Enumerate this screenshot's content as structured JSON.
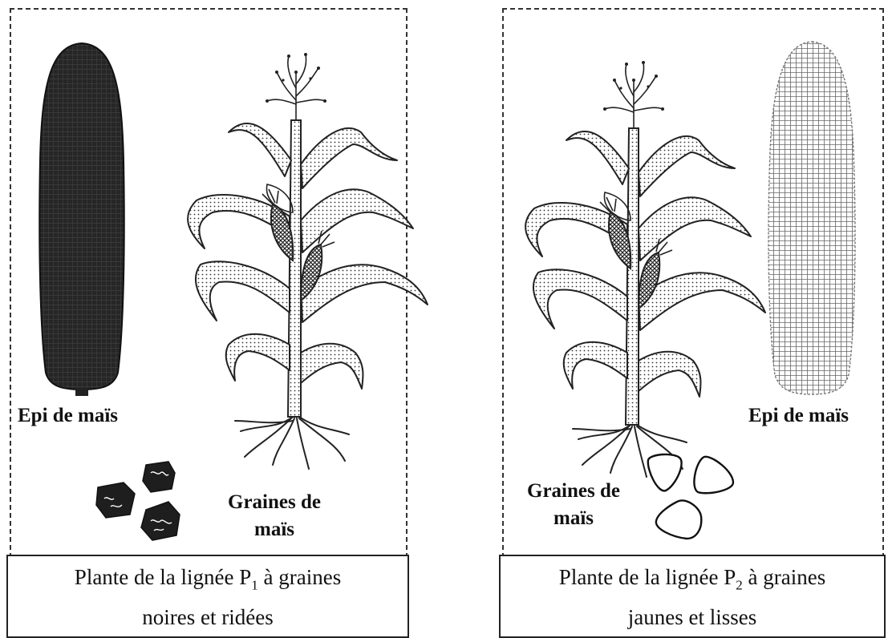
{
  "colors": {
    "ink": "#1e1e1e",
    "paper": "#ffffff"
  },
  "left_panel": {
    "ear_label": "Epi de maïs",
    "grains_label_line1": "Graines de",
    "grains_label_line2": "maïs",
    "caption_prefix": "Plante de la lignée P",
    "caption_subscript": "1",
    "caption_suffix": " à graines",
    "caption_line2": "noires et ridées",
    "icons": [
      "dark-corn-ear-icon",
      "corn-plant-icon",
      "wrinkled-black-grain-icon"
    ]
  },
  "right_panel": {
    "ear_label": "Epi de maïs",
    "grains_label_line1": "Graines de",
    "grains_label_line2": "maïs",
    "caption_prefix": "Plante de la lignée P",
    "caption_subscript": "2",
    "caption_suffix": " à graines",
    "caption_line2": "jaunes et lisses",
    "icons": [
      "light-corn-ear-icon",
      "corn-plant-icon",
      "smooth-yellow-grain-icon"
    ]
  }
}
